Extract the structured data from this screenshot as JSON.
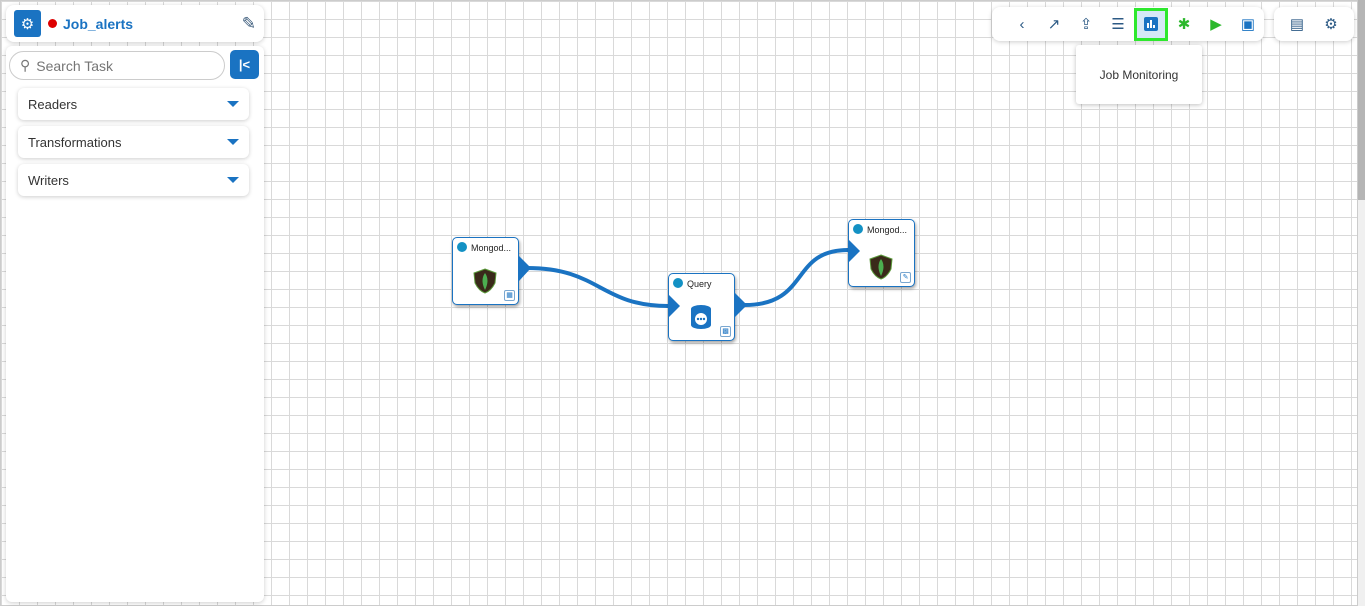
{
  "job": {
    "name": "Job_alerts",
    "status_color": "#dd0000"
  },
  "sidebar": {
    "search_placeholder": "Search Task",
    "sections": [
      {
        "label": "Readers"
      },
      {
        "label": "Transformations"
      },
      {
        "label": "Writers"
      }
    ]
  },
  "toolbar": {
    "items": [
      "back",
      "expand",
      "upload",
      "logs",
      "job-monitoring",
      "debug",
      "run",
      "save"
    ],
    "tooltip": "Job Monitoring"
  },
  "nodes": [
    {
      "label": "Mongod...",
      "type": "mongodb-reader"
    },
    {
      "label": "Query",
      "type": "query-transform"
    },
    {
      "label": "Mongod...",
      "type": "mongodb-writer"
    }
  ],
  "colors": {
    "accent": "#1a73c2",
    "highlight": "#2ee82e",
    "green": "#2db82d"
  }
}
